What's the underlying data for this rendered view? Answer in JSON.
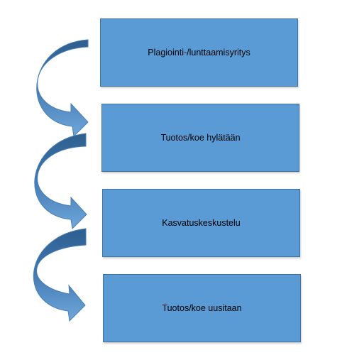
{
  "diagram": {
    "steps": [
      {
        "label": "Plagiointi-/lunttaamisyritys"
      },
      {
        "label": "Tuotos/koe hylätään"
      },
      {
        "label": "Kasvatuskeskustelu"
      },
      {
        "label": "Tuotos/koe uusitaan"
      }
    ],
    "colors": {
      "box_fill": "#5b9bd5",
      "box_border": "#41719c",
      "arrow_light": "#6fa8dc",
      "arrow_dark": "#2e5e8e"
    }
  }
}
